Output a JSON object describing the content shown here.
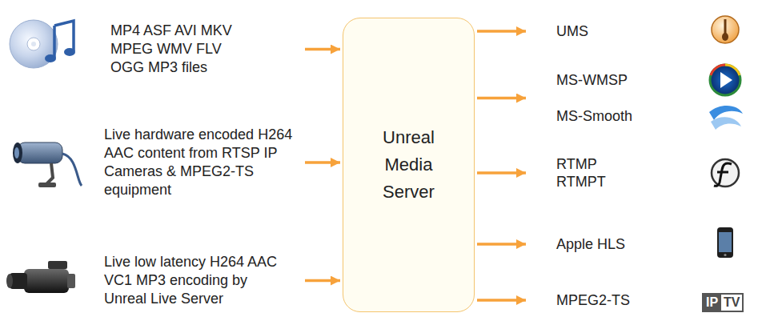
{
  "diagram": {
    "nodes": [
      {
        "text": [
          "MP4 ASF AVI MKV MPEG WMV FLV OGG MP3 files"
        ]
      },
      {
        "text": [
          "Live hardware encoded H264 AAC content from RTSP IP Cameras & MPEG2-TS equipment"
        ]
      },
      {
        "text": [
          "Live low latency H264 AAC VC1 MP3 encoding by Unreal Live Server"
        ]
      },
      {
        "text": [
          "Unreal Media Server"
        ]
      },
      {
        "text": [
          "UMS"
        ]
      },
      {
        "text": [
          "MS-WMSP",
          "MS-Smooth"
        ]
      },
      {
        "text": [
          "RTMP",
          "RTMPT"
        ]
      },
      {
        "text": [
          "Apple HLS"
        ]
      },
      {
        "text": [
          "MPEG2-TS"
        ]
      }
    ],
    "edges": [
      {
        "from": 0,
        "to": 3,
        "arrow": "to"
      },
      {
        "from": 1,
        "to": 3,
        "arrow": "to"
      },
      {
        "from": 2,
        "to": 3,
        "arrow": "to"
      },
      {
        "from": 3,
        "to": 4,
        "arrow": "to"
      },
      {
        "from": 3,
        "to": 5,
        "arrow": "to"
      },
      {
        "from": 3,
        "to": 6,
        "arrow": "to"
      },
      {
        "from": 3,
        "to": 7,
        "arrow": "to"
      },
      {
        "from": 3,
        "to": 8,
        "arrow": "to"
      }
    ],
    "labels": [
      "IP",
      "TV"
    ]
  }
}
